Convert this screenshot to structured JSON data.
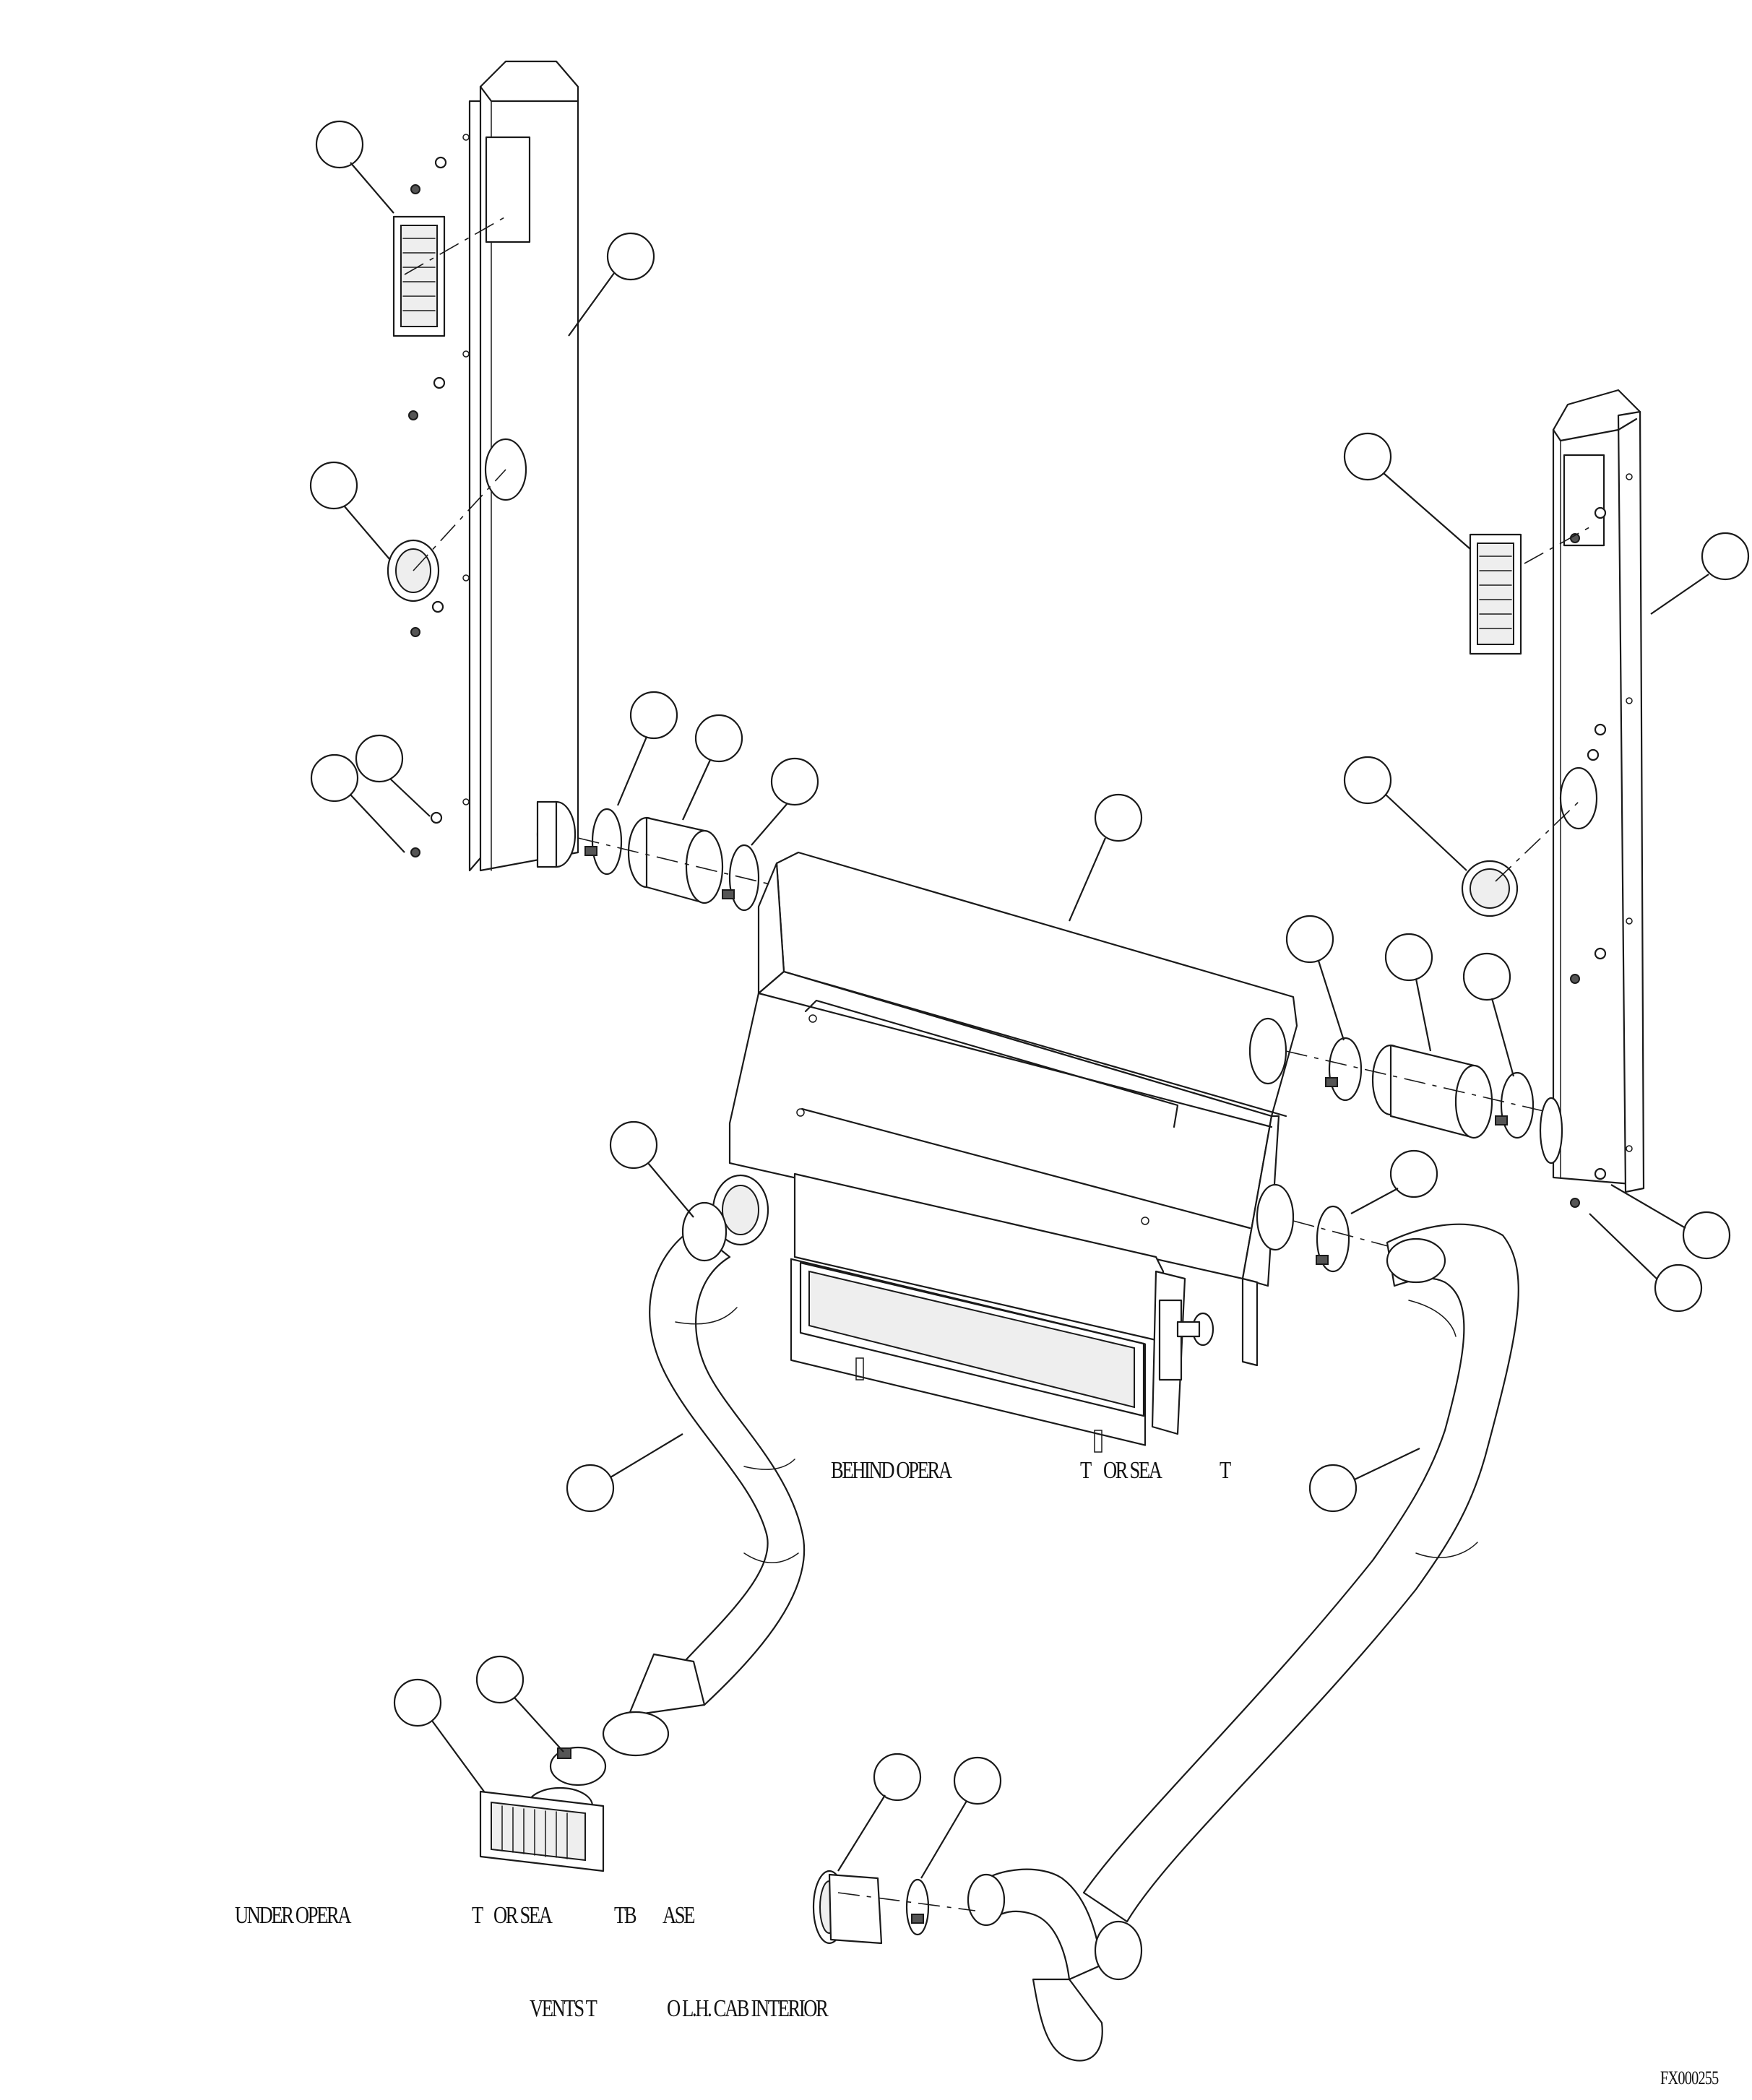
{
  "labels": {
    "behind_operator_seat": [
      "BEHIND OPERA",
      "T",
      "OR SEA",
      "T"
    ],
    "under_operator_seat_base": [
      "UNDER OPERA",
      "T",
      "OR SEA",
      "TB",
      "ASE"
    ],
    "vents_to_cab_interior": [
      "VENTS T",
      "O L.H. CAB INTERIOR"
    ],
    "drawing_code": "FX000255"
  },
  "colors": {
    "line": "#1a1a1a",
    "background": "#ffffff"
  }
}
